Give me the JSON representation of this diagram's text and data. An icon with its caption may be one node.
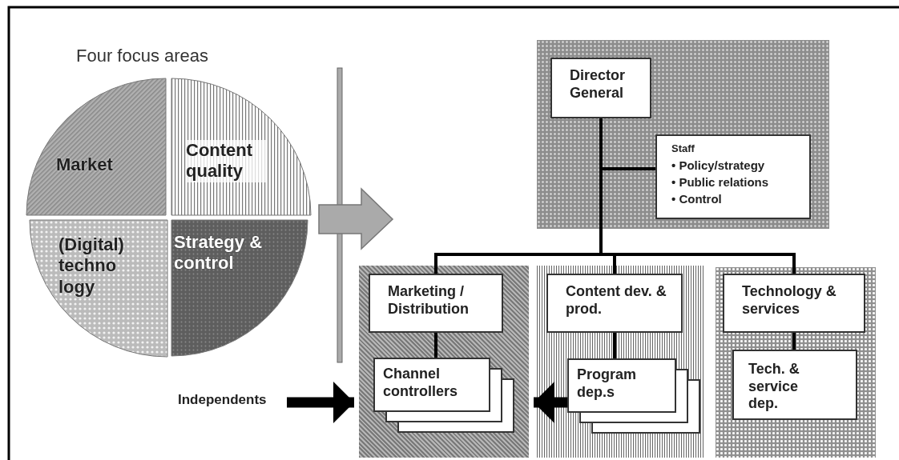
{
  "diagram": {
    "title": "Four focus areas",
    "nodes": [
      {
        "text": [
          "Market"
        ]
      },
      {
        "text": [
          "Content quality"
        ]
      },
      {
        "text": [
          "(Digital) techno logy"
        ]
      },
      {
        "text": [
          "Strategy & control"
        ]
      },
      {
        "text": [],
        "shape": "box"
      },
      {
        "text": [
          "Director General"
        ],
        "in": 4
      },
      {
        "text": [
          "Staff",
          "• Policy/strategy",
          "• Public relations",
          "• Control"
        ],
        "in": 4
      },
      {
        "text": [],
        "shape": "box"
      },
      {
        "text": [
          "Marketing / Distribution"
        ],
        "in": 7
      },
      {
        "text": [
          "Channel controllers"
        ],
        "in": 7
      },
      {
        "text": [],
        "shape": "box"
      },
      {
        "text": [
          "Content dev. & prod."
        ],
        "in": 10
      },
      {
        "text": [
          "Program dep.s"
        ],
        "in": 10
      },
      {
        "text": [],
        "shape": "box"
      },
      {
        "text": [
          "Technology & services"
        ],
        "in": 13
      },
      {
        "text": [
          "Tech. & service dep."
        ],
        "in": 13
      },
      {
        "text": [
          "Independents"
        ]
      }
    ],
    "edges": [
      {
        "from": 5,
        "to": 6,
        "arrow": "none"
      },
      {
        "from": 5,
        "to": 8,
        "arrow": "none"
      },
      {
        "from": 5,
        "to": 11,
        "arrow": "none"
      },
      {
        "from": 5,
        "to": 14,
        "arrow": "none"
      },
      {
        "from": 8,
        "to": 9,
        "arrow": "none"
      },
      {
        "from": 11,
        "to": 12,
        "arrow": "none"
      },
      {
        "from": 14,
        "to": 15,
        "arrow": "none"
      },
      {
        "from": 16,
        "to": 9,
        "arrow": "to",
        "style": "thick"
      },
      {
        "from": 12,
        "to": 9,
        "arrow": "to",
        "style": "thick"
      }
    ]
  }
}
